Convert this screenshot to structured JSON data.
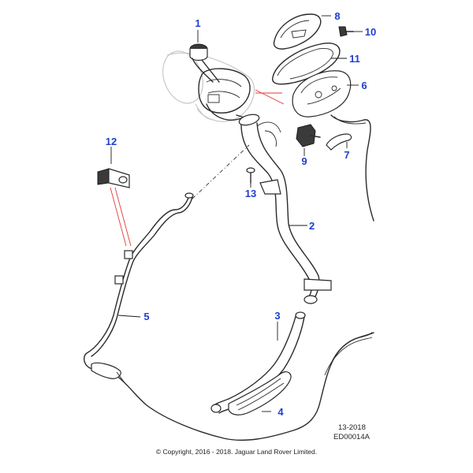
{
  "callouts": {
    "c1": "1",
    "c2": "2",
    "c3": "3",
    "c4": "4",
    "c5": "5",
    "c6": "6",
    "c7": "7",
    "c8": "8",
    "c9": "9",
    "c10": "10",
    "c11": "11",
    "c12": "12",
    "c13": "13"
  },
  "reference": {
    "year_label": "13-2018",
    "code_label": "ED00014A"
  },
  "footer": {
    "copyright": "© Copyright, 2016 - 2018. Jaguar Land Rover Limited."
  },
  "colors": {
    "callout_text": "#1f3fcf",
    "line_art": "#2a2a2a",
    "red_leader": "#e23a3a",
    "ghost": "#c4c4c4"
  }
}
